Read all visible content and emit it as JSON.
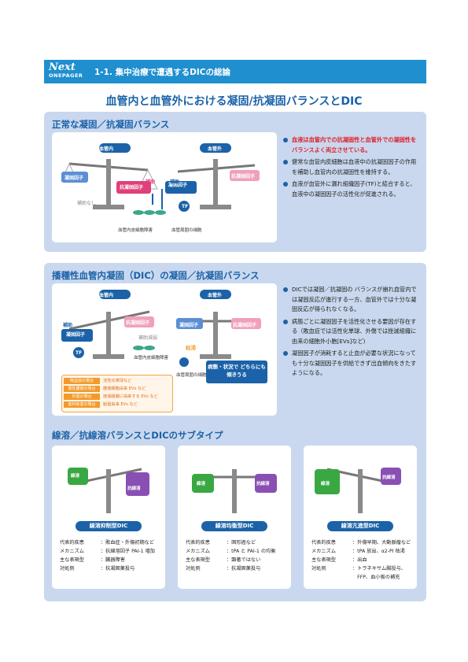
{
  "header": {
    "logo_top": "Next",
    "logo_bottom": "ONEPAGER",
    "title": "1-1. 集中治療で遭遇するDICの総論"
  },
  "main_title": "血管内と血管外における凝固/抗凝固バランスとDIC",
  "colors": {
    "accent": "#1b62a8",
    "header": "#1f8fcf",
    "panel": "#c9d8ee",
    "pink": "#e0407a",
    "green": "#3aa842",
    "purple": "#8a4fb3",
    "orange": "#f39a2b",
    "red": "#e0202a"
  },
  "sec1": {
    "title": "正常な凝固／抗凝固バランス",
    "intra_pill": "血管内",
    "extra_pill": "血管外",
    "coag_label": "凝固因子",
    "anticoag_label": "抗凝固因子",
    "assist": "補助",
    "no_assist": "補助なし",
    "tf": "TF",
    "endothelium": "血管内皮細胞障害",
    "tissue": "血管周囲の細胞",
    "bullets": [
      "血液は血管内での抗凝固性と血管外での凝固性をバランスよく両立させている。",
      "健常な血管内皮細胞は血液中の抗凝固因子の作用を補助し血管内の抗凝固性を維持する。",
      "血液が血管外に漏れ組織因子(TF)と結合すると、血液中の凝固因子の活性化が促進される。"
    ]
  },
  "sec2": {
    "title": "播種性血管内凝固（DIC）の凝固／抗凝固バランス",
    "intra_pill": "血管内",
    "extra_pill": "血管外",
    "coag_label": "凝固因子",
    "anticoag_label": "抗凝固因子",
    "assist": "補助",
    "no_assist": "補助減弱",
    "tf": "TF",
    "consumption": "枯渇",
    "endothelium": "血管内皮細胞障害",
    "tissue": "血管周囲の細胞",
    "causes": [
      {
        "tag": "敗血症の場合",
        "text": "活性化単球など"
      },
      {
        "tag": "悪性腫瘍の場合",
        "text": "腫瘍細胞由来 EVs など"
      },
      {
        "tag": "外傷の場合",
        "text": "挫滅組織に由来する EVs など"
      },
      {
        "tag": "産科疾患の場合",
        "text": "胎盤由来 EVs など"
      }
    ],
    "note": "病態・状況で どちらにも傾きうる",
    "bullets": [
      "DICでは凝固／抗凝固の バランスが崩れ血管内では凝固反応が進行する一方、血管外では十分な凝固反応が得られなくなる。",
      "病態ごとに凝固因子を活性化させる要因が存在する（敗血症では活性化単球、外傷では挫滅組織に由来の細胞外小胞[EVs]など)",
      "凝固因子が消耗すると止血が必要な状況になっても十分な凝固因子を供給できず出血傾向をきたすようになる。"
    ]
  },
  "sec3": {
    "title": "線溶／抗線溶バランスとDICのサブタイプ",
    "fib_label": "線溶",
    "antifib_label": "抗線溶",
    "cards": [
      {
        "title": "線溶抑制型DIC",
        "rows": [
          [
            "代表的疾患",
            "：敗血症・外傷初期など"
          ],
          [
            "メカニズム",
            "：抗線溶因子 PAI-1 増加"
          ],
          [
            "主な表現型",
            "：臓器障害"
          ],
          [
            "対処例",
            "：抗凝固薬投与"
          ]
        ]
      },
      {
        "title": "線溶均衡型DIC",
        "rows": [
          [
            "代表的疾患",
            "：固形癌など"
          ],
          [
            "メカニズム",
            "：tPA と PAI-1 の均衡"
          ],
          [
            "主な表現型",
            "：顕著ではない"
          ],
          [
            "対処例",
            "：抗凝固薬投与"
          ]
        ]
      },
      {
        "title": "線溶亢進型DIC",
        "rows": [
          [
            "代表的疾患",
            "：外傷早期、大動脈瘤など"
          ],
          [
            "メカニズム",
            "：tPA 放出、α2-PI 枯渇"
          ],
          [
            "主な表現型",
            "：出血"
          ],
          [
            "対処例",
            "：トラネキサム酸投与、"
          ],
          [
            "",
            "　FFP、血小板の補充"
          ]
        ]
      }
    ]
  }
}
